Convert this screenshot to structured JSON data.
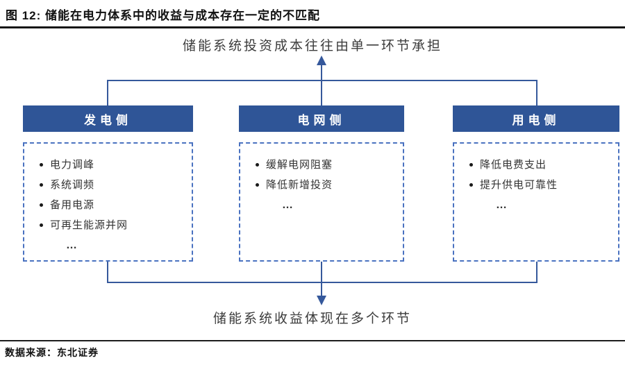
{
  "title": "图 12:  储能在电力体系中的收益与成本存在一定的不匹配",
  "top_caption": "储能系统投资成本往往由单一环节承担",
  "bottom_caption": "储能系统收益体现在多个环节",
  "columns": [
    {
      "header": "发电侧",
      "items": [
        "电力调峰",
        "系统调频",
        "备用电源",
        "可再生能源并网"
      ],
      "more": "…"
    },
    {
      "header": "电网侧",
      "items": [
        "缓解电网阻塞",
        "降低新增投资"
      ],
      "more": "…"
    },
    {
      "header": "用电侧",
      "items": [
        "降低电费支出",
        "提升供电可靠性"
      ],
      "more": "…"
    }
  ],
  "source": "数据来源：东北证券",
  "colors": {
    "header_box_blue": "#2F5597",
    "connector_blue": "#35589B",
    "dashed_border_blue": "#4A72C0"
  }
}
